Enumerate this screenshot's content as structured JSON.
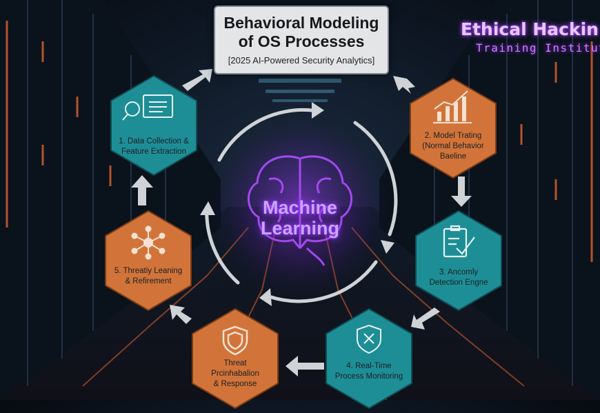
{
  "header": {
    "title_line1": "Behavioral Modeling",
    "title_line2": "of OS Processes",
    "subtitle": "[2025 AI-Powered Security Analytics]"
  },
  "brand": {
    "name": "Ethical Hackin",
    "tagline": "Training Institut"
  },
  "center": {
    "line1": "Machine",
    "line2": "Learning"
  },
  "steps": [
    {
      "line1": "1. Data Collection &",
      "line2": "Feature Extraction",
      "icon": "magnifier-document-icon",
      "color": "#1e8e96"
    },
    {
      "line1": "2. Model Trating",
      "line2": "(Normal Behavior",
      "line3": "Baeline",
      "icon": "growth-chart-icon",
      "color": "#d2743a"
    },
    {
      "line1": "3. Ancomly",
      "line2": "Detection Engne",
      "icon": "clipboard-check-icon",
      "color": "#1e8e96"
    },
    {
      "line1": "4. Real-Time",
      "line2": "Process Monitoring",
      "icon": "shield-x-icon",
      "color": "#1e8e96"
    },
    {
      "line1": "Threat",
      "line2": "Prcinhabalion",
      "line3": "& Response",
      "icon": "shield-icon",
      "color": "#d2743a"
    },
    {
      "line1": "5. Threatiy Leaning",
      "line2": "& Refirement",
      "icon": "network-nodes-icon",
      "color": "#d2743a"
    }
  ],
  "colors": {
    "teal": "#1e8e96",
    "orange": "#d2743a",
    "arrow": "#cfd3d6",
    "neon_purple": "#b04dff"
  }
}
